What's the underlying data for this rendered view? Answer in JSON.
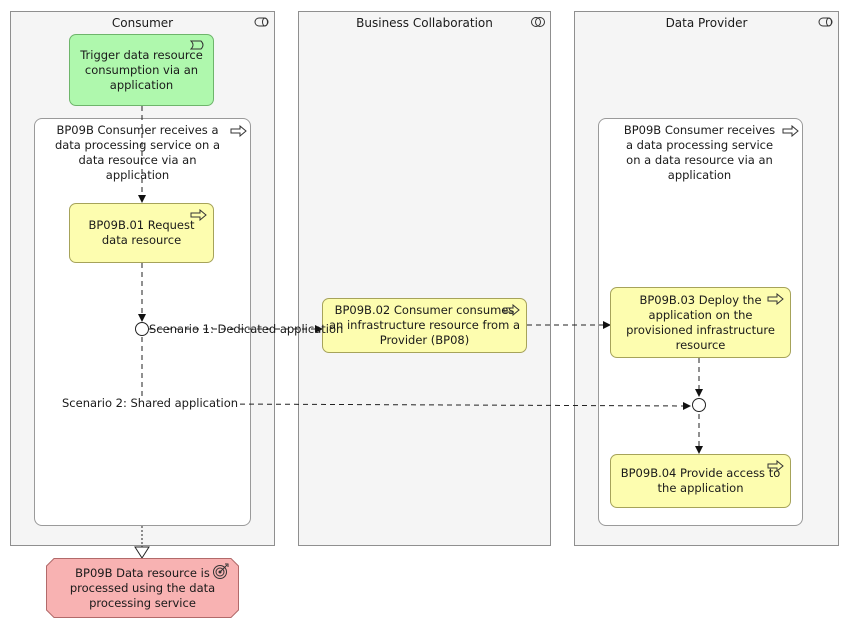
{
  "lanes": {
    "consumer": "Consumer",
    "collaboration": "Business Collaboration",
    "provider": "Data Provider"
  },
  "groups": {
    "consumer_process": "BP09B Consumer receives a data processing service on a data resource via an application",
    "provider_process": "BP09B Consumer receives a data processing service on a data resource via an application"
  },
  "nodes": {
    "trigger": "Trigger data resource consumption via an application",
    "request": "BP09B.01 Request data resource",
    "consume": "BP09B.02 Consumer consumes an infrastructure resource from a Provider (BP08)",
    "deploy": "BP09B.03 Deploy the application on the provisioned infrastructure resource",
    "provide": "BP09B.04 Provide access to the application",
    "goal": "BP09B Data resource is processed using the data processing service"
  },
  "edge_labels": {
    "scenario1": "Scenario 1: Dedicated application",
    "scenario2": "Scenario 2: Shared application"
  },
  "icons": {
    "lane_consumer": "role-icon",
    "lane_collaboration": "collaboration-icon",
    "lane_provider": "role-icon",
    "process": "process-arrow-icon",
    "event": "business-event-icon",
    "goal": "goal-target-icon"
  },
  "colors": {
    "lane_bg": "#f5f5f5",
    "process_fill": "#fdfdaf",
    "event_fill": "#aff8ad",
    "goal_fill": "#f8b2b2"
  }
}
